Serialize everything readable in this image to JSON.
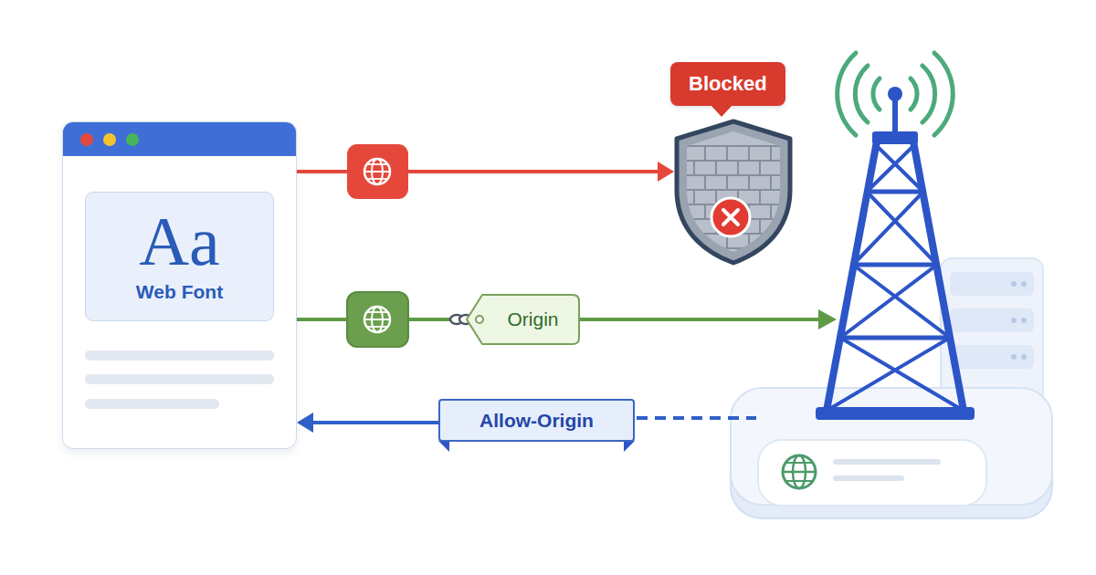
{
  "diagram": {
    "nodes": [
      {
        "text": [
          "Aa",
          "Web Font"
        ]
      },
      {
        "text": [
          "Blocked"
        ]
      },
      {
        "text": [
          "Origin"
        ]
      },
      {
        "text": [
          "Allow-Origin"
        ]
      }
    ],
    "edges": [
      {
        "from": 0,
        "to": 1,
        "arrow": "to"
      },
      {
        "from": 0,
        "to": 2,
        "arrow": "none"
      },
      {
        "from": 3,
        "to": 0,
        "arrow": "to"
      }
    ]
  }
}
